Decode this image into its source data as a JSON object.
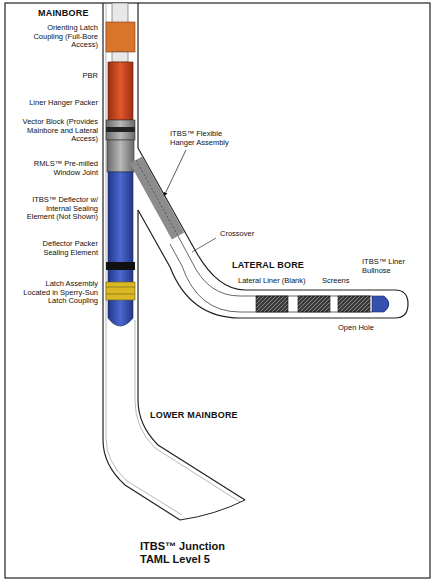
{
  "diagram": {
    "caption": "ITBS™ Junction TAML Level 5",
    "labels": [
      "MAINBORE",
      "Orienting Latch Coupling (Full-Bore Access)",
      "PBR",
      "Liner Hanger Packer",
      "Vector Block (Provides Mainbore and Lateral Access)",
      "RMLS™ Pre-milled Window Joint",
      "ITBS™ Deflector w/ Internal Sealing Element (Not Shown)",
      "Deflector Packer Sealing Element",
      "Latch Assembly Located in Sperry-Sun Latch Coupling",
      "ITBS™ Flexible Hanger Assembly",
      "Crossover",
      "LATERAL BORE",
      "Lateral Liner (Blank)",
      "Screens",
      "ITBS™ Liner Bullnose",
      "Open Hole",
      "LOWER MAINBORE"
    ]
  }
}
